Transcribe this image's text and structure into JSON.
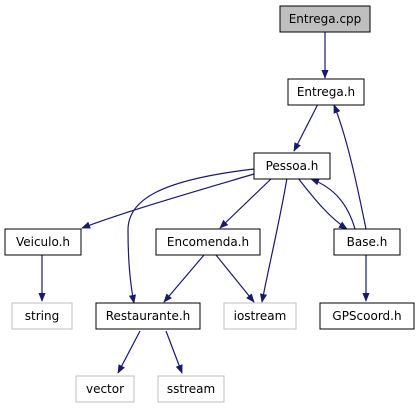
{
  "diagram": {
    "type": "include-dependency-graph",
    "colors": {
      "edge": "#191970",
      "node_border": "#000000",
      "external_border": "#bfbfbf",
      "root_fill": "#bfbfbf",
      "node_fill": "#ffffff",
      "text": "#000000"
    },
    "nodes": {
      "entrega_cpp": {
        "label": "Entrega.cpp",
        "kind": "root"
      },
      "entrega_h": {
        "label": "Entrega.h",
        "kind": "file"
      },
      "pessoa_h": {
        "label": "Pessoa.h",
        "kind": "file"
      },
      "veiculo_h": {
        "label": "Veiculo.h",
        "kind": "file"
      },
      "encomenda_h": {
        "label": "Encomenda.h",
        "kind": "file"
      },
      "base_h": {
        "label": "Base.h",
        "kind": "file"
      },
      "string": {
        "label": "string",
        "kind": "external"
      },
      "restaurante_h": {
        "label": "Restaurante.h",
        "kind": "file"
      },
      "iostream": {
        "label": "iostream",
        "kind": "external"
      },
      "gpscoord_h": {
        "label": "GPScoord.h",
        "kind": "file"
      },
      "vector": {
        "label": "vector",
        "kind": "external"
      },
      "sstream": {
        "label": "sstream",
        "kind": "external"
      }
    },
    "edges": [
      {
        "from": "entrega_cpp",
        "to": "entrega_h"
      },
      {
        "from": "entrega_h",
        "to": "pessoa_h"
      },
      {
        "from": "pessoa_h",
        "to": "veiculo_h"
      },
      {
        "from": "pessoa_h",
        "to": "encomenda_h"
      },
      {
        "from": "pessoa_h",
        "to": "restaurante_h"
      },
      {
        "from": "pessoa_h",
        "to": "iostream"
      },
      {
        "from": "pessoa_h",
        "to": "base_h"
      },
      {
        "from": "base_h",
        "to": "pessoa_h"
      },
      {
        "from": "base_h",
        "to": "entrega_h"
      },
      {
        "from": "base_h",
        "to": "gpscoord_h"
      },
      {
        "from": "veiculo_h",
        "to": "string"
      },
      {
        "from": "encomenda_h",
        "to": "restaurante_h"
      },
      {
        "from": "encomenda_h",
        "to": "iostream"
      },
      {
        "from": "restaurante_h",
        "to": "vector"
      },
      {
        "from": "restaurante_h",
        "to": "sstream"
      }
    ]
  }
}
